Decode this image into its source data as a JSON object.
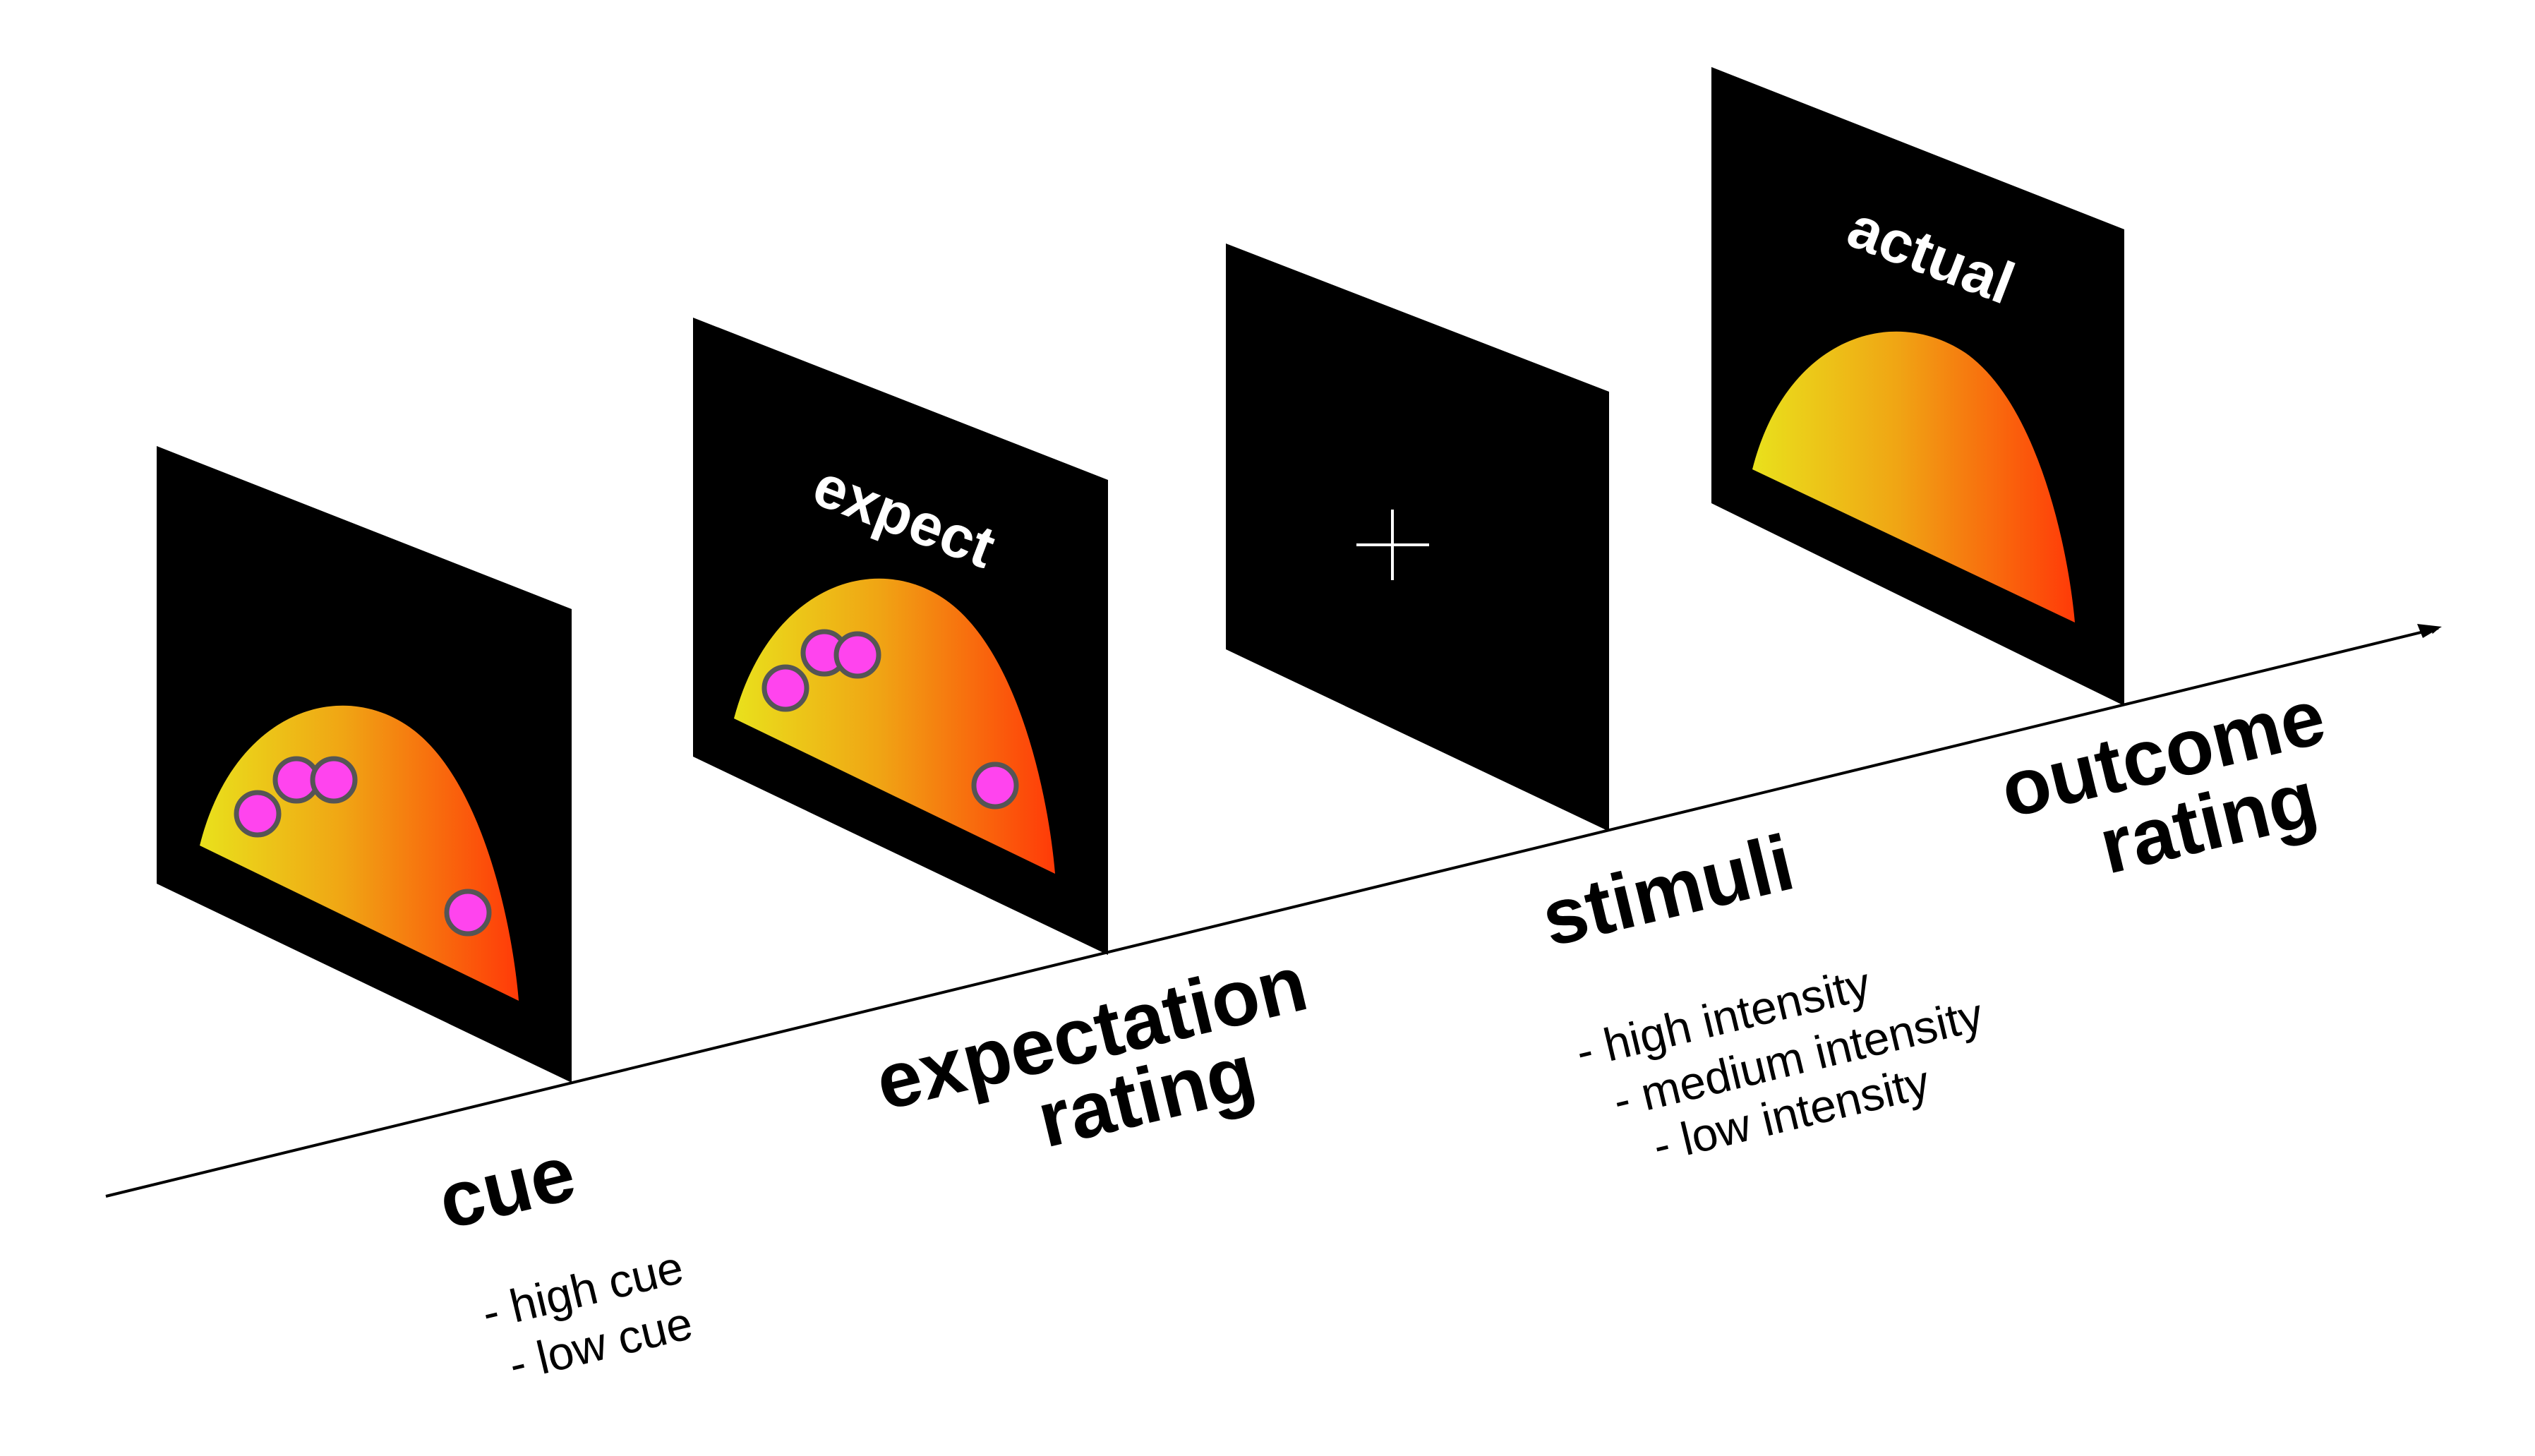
{
  "timeline": {
    "stages": [
      {
        "id": "cue",
        "label_lines": [
          "cue"
        ],
        "details": [
          "- high cue",
          "- low cue"
        ],
        "screen": {
          "text": "",
          "content": "rating-scale-with-cue-dots",
          "dots": 4
        }
      },
      {
        "id": "expectation",
        "label_lines": [
          "expectation",
          "rating"
        ],
        "details": [],
        "screen": {
          "text": "expect",
          "content": "rating-scale-with-cue-dots",
          "dots": 4
        }
      },
      {
        "id": "stimuli",
        "label_lines": [
          "stimuli"
        ],
        "details": [
          "- high intensity",
          "- medium intensity",
          "- low intensity"
        ],
        "screen": {
          "text": "",
          "content": "fixation-cross",
          "dots": 0
        }
      },
      {
        "id": "outcome",
        "label_lines": [
          "outcome",
          "rating"
        ],
        "details": [],
        "screen": {
          "text": "actual",
          "content": "rating-scale",
          "dots": 0
        }
      }
    ]
  },
  "colors": {
    "screen_background": "#000000",
    "scale_gradient_start": "#e9e11c",
    "scale_gradient_mid": "#f0a514",
    "scale_gradient_end": "#ff3a08",
    "cue_dot_fill": "#ff44ee",
    "cue_dot_stroke": "#555555",
    "axis": "#000000"
  }
}
